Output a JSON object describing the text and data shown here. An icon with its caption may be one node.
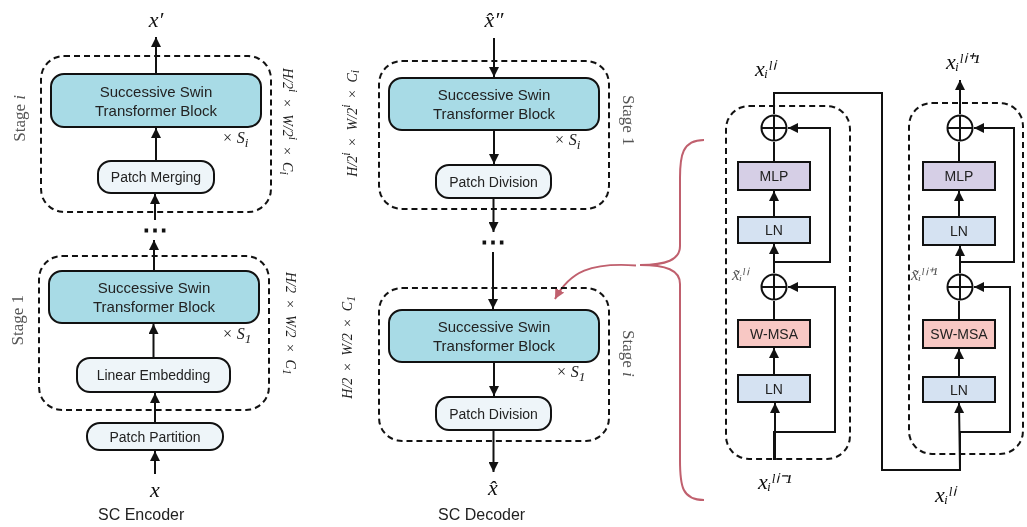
{
  "diagram": {
    "nodes": [
      {
        "text": [
          "x′"
        ]
      },
      {
        "text": [
          "Stage *i*"
        ],
        "beside": [
          "H/2$^{i}$ × W/2$^{i}$ × C$_{i}$"
        ]
      },
      {
        "text": [
          "Successive Swin Transformer Block"
        ],
        "in": 1,
        "beside": [
          "× S$_{i}$"
        ]
      },
      {
        "text": [
          "Patch Merging"
        ],
        "in": 1
      },
      {
        "text": [
          "⋯"
        ]
      },
      {
        "text": [
          "Stage 1"
        ],
        "beside": [
          "H/2 × W/2 × C$_{1}$"
        ]
      },
      {
        "text": [
          "Successive Swin Transformer Block"
        ],
        "in": 5,
        "beside": [
          "× S$_{1}$"
        ]
      },
      {
        "text": [
          "Linear Embedding"
        ],
        "in": 5
      },
      {
        "text": [
          "Patch Partition"
        ]
      },
      {
        "text": [
          "x"
        ]
      },
      {
        "text": [
          "x̂″"
        ]
      },
      {
        "text": [
          "Stage 1"
        ],
        "beside": [
          "H/2$^{i}$ × W/2$^{i}$ × C$_{i}$"
        ]
      },
      {
        "text": [
          "Successive Swin Transformer Block"
        ],
        "in": 11,
        "beside": [
          "× S$_{i}$"
        ]
      },
      {
        "text": [
          "Patch Division"
        ],
        "in": 11
      },
      {
        "text": [
          "⋯"
        ]
      },
      {
        "text": [
          "Stage *i*"
        ],
        "beside": [
          "H/2 × W/2 × C$_{1}$"
        ]
      },
      {
        "text": [
          "Successive Swin Transformer Block"
        ],
        "in": 15,
        "beside": [
          "× S$_{1}$"
        ]
      },
      {
        "text": [
          "Patch Division"
        ],
        "in": 15
      },
      {
        "text": [
          "x̂"
        ]
      },
      {
        "text": [],
        "shape": "box"
      },
      {
        "text": [],
        "shape": "circle",
        "in": 19
      },
      {
        "text": [
          "MLP"
        ],
        "in": 19
      },
      {
        "text": [
          "LN"
        ],
        "in": 19
      },
      {
        "text": [],
        "shape": "circle",
        "in": 19,
        "beside": [
          "x̃ᵢˡⁱ"
        ]
      },
      {
        "text": [
          "W-MSA"
        ],
        "in": 19
      },
      {
        "text": [
          "LN"
        ],
        "in": 19
      },
      {
        "text": [
          "xᵢˡⁱ⁻¹"
        ]
      },
      {
        "text": [],
        "shape": "box"
      },
      {
        "text": [],
        "shape": "circle",
        "in": 27
      },
      {
        "text": [
          "MLP"
        ],
        "in": 27
      },
      {
        "text": [
          "LN"
        ],
        "in": 27
      },
      {
        "text": [],
        "shape": "circle",
        "in": 27,
        "beside": [
          "x̃ᵢˡⁱ⁺¹"
        ]
      },
      {
        "text": [
          "SW-MSA"
        ],
        "in": 27
      },
      {
        "text": [
          "LN"
        ],
        "in": 27
      },
      {
        "text": [
          "xᵢˡⁱ⁺¹"
        ]
      },
      {
        "text": [],
        "shape": "brace"
      }
    ],
    "edges": [
      {
        "from": 9,
        "to": 8,
        "arrow": "to"
      },
      {
        "from": 8,
        "to": 7,
        "arrow": "to"
      },
      {
        "from": 7,
        "to": 6,
        "arrow": "to"
      },
      {
        "from": 6,
        "to": 4,
        "arrow": "to"
      },
      {
        "from": 4,
        "to": 3,
        "arrow": "to"
      },
      {
        "from": 3,
        "to": 2,
        "arrow": "to"
      },
      {
        "from": 2,
        "to": 0,
        "arrow": "to"
      },
      {
        "from": 10,
        "to": 12,
        "arrow": "to"
      },
      {
        "from": 12,
        "to": 13,
        "arrow": "to"
      },
      {
        "from": 13,
        "to": 14,
        "arrow": "to"
      },
      {
        "from": 14,
        "to": 16,
        "arrow": "to"
      },
      {
        "from": 16,
        "to": 17,
        "arrow": "to"
      },
      {
        "from": 17,
        "to": 18,
        "arrow": "to"
      },
      {
        "from": 26,
        "to": 25,
        "arrow": "to"
      },
      {
        "from": 25,
        "to": 24,
        "arrow": "to"
      },
      {
        "from": 24,
        "to": 23,
        "arrow": "none"
      },
      {
        "from": 26,
        "to": 23,
        "arrow": "to"
      },
      {
        "from": 23,
        "to": 22,
        "arrow": "to"
      },
      {
        "from": 22,
        "to": 21,
        "arrow": "to"
      },
      {
        "from": 21,
        "to": 20,
        "arrow": "none"
      },
      {
        "from": 23,
        "to": 20,
        "arrow": "to"
      },
      {
        "from": 20,
        "to": 33,
        "arrow": "to"
      },
      {
        "from": 20,
        "to": 31,
        "arrow": "to"
      },
      {
        "from": 33,
        "to": 32,
        "arrow": "to"
      },
      {
        "from": 32,
        "to": 31,
        "arrow": "none"
      },
      {
        "from": 31,
        "to": 30,
        "arrow": "to"
      },
      {
        "from": 30,
        "to": 29,
        "arrow": "to"
      },
      {
        "from": 29,
        "to": 28,
        "arrow": "none"
      },
      {
        "from": 31,
        "to": 28,
        "arrow": "to"
      },
      {
        "from": 28,
        "to": 34,
        "arrow": "to"
      },
      {
        "from": 35,
        "to": 16,
        "arrow": "to",
        "color": "#c0606e"
      }
    ],
    "labels": [
      "xᵢˡⁱ",
      "xᵢˡⁱ",
      "SC Encoder",
      "SC Decoder"
    ]
  }
}
